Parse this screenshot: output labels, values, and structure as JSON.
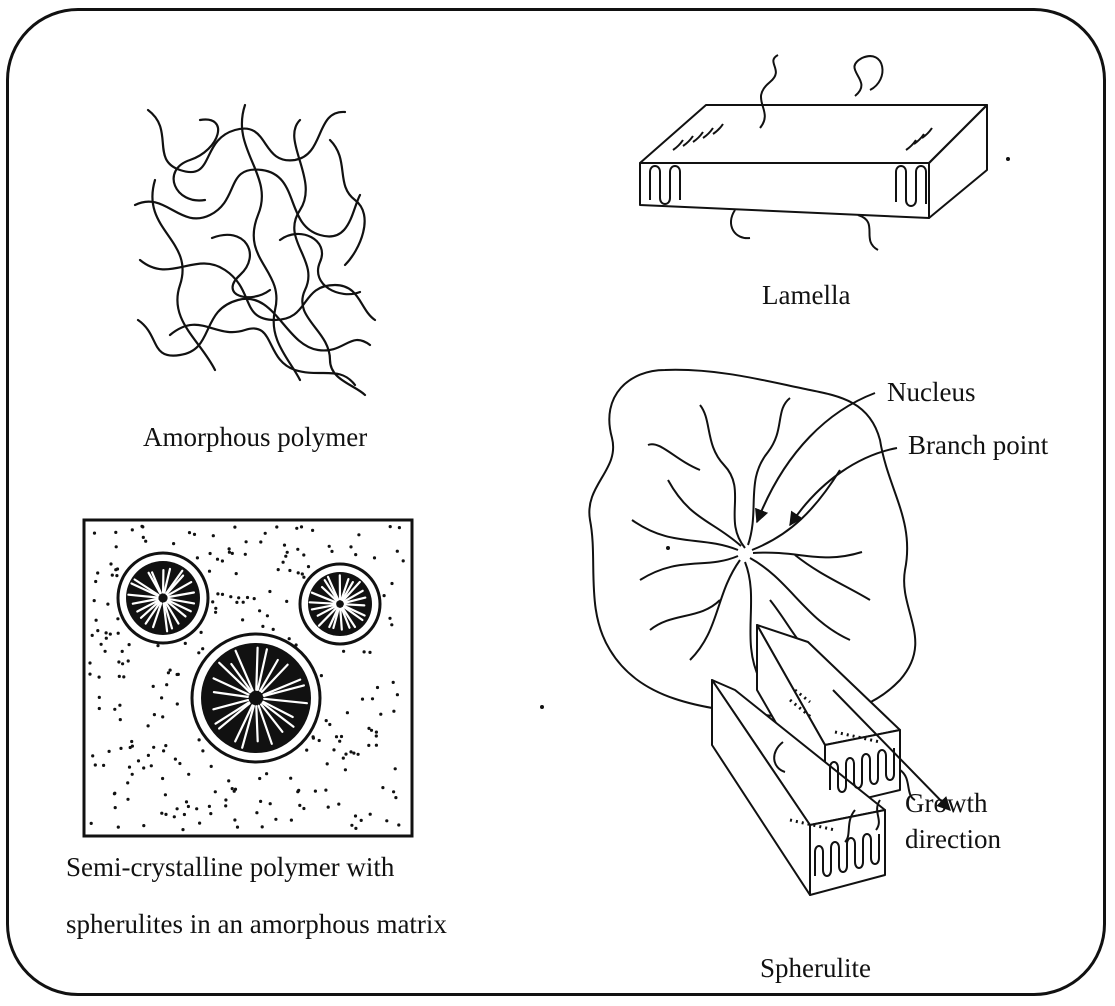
{
  "labels": {
    "amorphous": "Amorphous polymer",
    "lamella": "Lamella",
    "nucleus": "Nucleus",
    "branch_point": "Branch point",
    "growth_line1": "Growth",
    "growth_line2": "direction",
    "semi_line1": "Semi-crystalline polymer with",
    "semi_line2": "spherulites in an amorphous matrix",
    "spherulite": "Spherulite"
  },
  "colors": {
    "ink": "#111111",
    "background": "#ffffff"
  }
}
